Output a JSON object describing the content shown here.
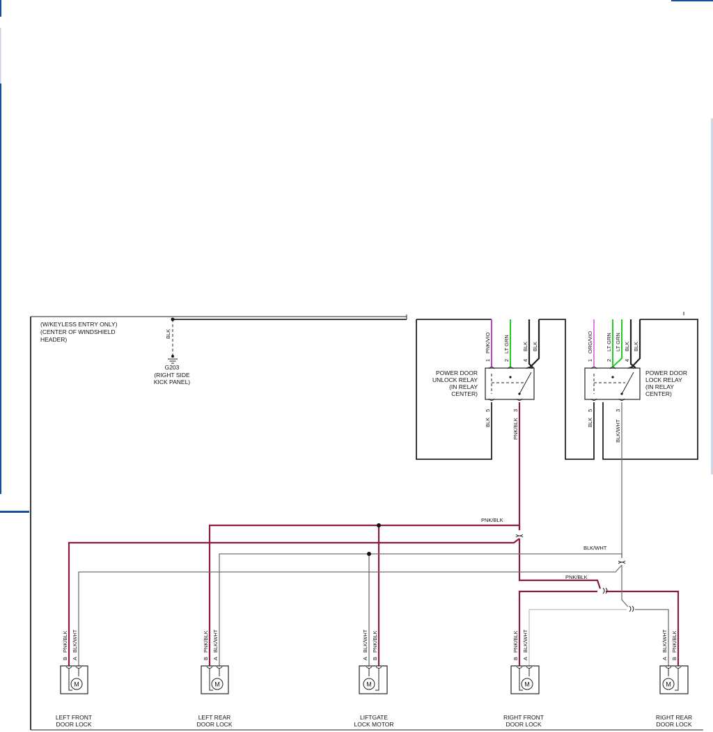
{
  "colors": {
    "pnk_blk": "#8a1c3c",
    "blk_wht": "#707070",
    "blk": "#202020",
    "pnk_vio": "#c040c8",
    "lt_grn": "#22cc22",
    "org_vio": "#e07ae6",
    "accent_blue": "#1a4fa0"
  },
  "module": {
    "lines": [
      "(W/KEYLESS ENTRY ONLY)",
      "(CENTER OF WINDSHIELD",
      "HEADER)"
    ]
  },
  "ground": {
    "wire": "BLK",
    "name": "G203",
    "lines": [
      "(RIGHT SIDE",
      "KICK PANEL)"
    ]
  },
  "unlock_relay": {
    "lines": [
      "POWER DOOR",
      "UNLOCK RELAY",
      "(IN RELAY",
      "CENTER)"
    ],
    "top_pins": [
      {
        "pin": "1",
        "wire": "PNK/VIO"
      },
      {
        "pin": "2",
        "wire": "LT GRN"
      },
      {
        "pin": "4",
        "wire": "BLK"
      },
      {
        "pin": "",
        "wire": "BLK"
      }
    ],
    "bottom_pins": [
      {
        "pin": "5",
        "wire": "BLK"
      },
      {
        "pin": "3",
        "wire": "PNK/BLK"
      }
    ]
  },
  "lock_relay": {
    "lines": [
      "POWER DOOR",
      "LOCK RELAY",
      "(IN RELAY",
      "CENTER)"
    ],
    "top_pins": [
      {
        "pin": "1",
        "wire": "ORG/VIO"
      },
      {
        "pin": "2",
        "wire": "LT GRN"
      },
      {
        "pin": "",
        "wire": "LT GRN"
      },
      {
        "pin": "4",
        "wire": "BLK"
      },
      {
        "pin": "",
        "wire": "BLK"
      }
    ],
    "bottom_pins": [
      {
        "pin": "5",
        "wire": "BLK"
      },
      {
        "pin": "3",
        "wire": "BLK/WHT"
      }
    ]
  },
  "harness_labels": [
    "PNK/BLK",
    "BLK/WHT",
    "PNK/BLK"
  ],
  "motors": [
    {
      "id": "left-front",
      "pins": [
        "B",
        "A"
      ],
      "wires": [
        "PNK/BLK",
        "BLK/WHT"
      ],
      "lines": [
        "LEFT FRONT",
        "DOOR LOCK"
      ]
    },
    {
      "id": "left-rear",
      "pins": [
        "B",
        "A"
      ],
      "wires": [
        "PNK/BLK",
        "BLK/WHT"
      ],
      "lines": [
        "LEFT REAR",
        "DOOR LOCK"
      ]
    },
    {
      "id": "liftgate",
      "pins": [
        "A",
        "B"
      ],
      "wires": [
        "BLK/WHT",
        "PNK/BLK"
      ],
      "lines": [
        "LIFTGATE",
        "LOCK MOTOR"
      ]
    },
    {
      "id": "right-front",
      "pins": [
        "B",
        "A"
      ],
      "wires": [
        "PNK/BLK",
        "BLK/WHT"
      ],
      "lines": [
        "RIGHT FRONT",
        "DOOR LOCK"
      ]
    },
    {
      "id": "right-rear",
      "pins": [
        "A",
        "B"
      ],
      "wires": [
        "BLK/WHT",
        "PNK/BLK"
      ],
      "lines": [
        "RIGHT REAR",
        "DOOR LOCK"
      ]
    }
  ],
  "motor_symbol": "M"
}
